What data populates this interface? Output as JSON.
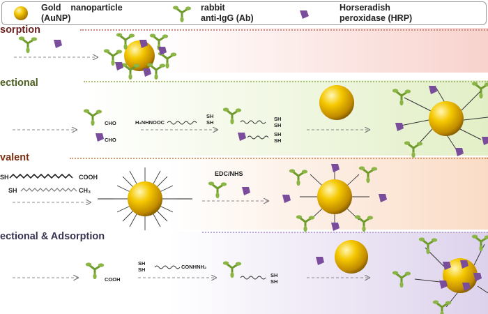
{
  "legend": {
    "gold": [
      "Gold    nanoparticle",
      "(AuNP)"
    ],
    "antibody": [
      "rabbit",
      "anti-IgG (Ab)"
    ],
    "hrp": [
      "Horseradish",
      "peroxidase (HRP)"
    ]
  },
  "sections": [
    {
      "title": "sorption"
    },
    {
      "title": "ectional"
    },
    {
      "title": "valent"
    },
    {
      "title": "ectional & Adsorption"
    }
  ],
  "labels": {
    "cho1": "CHO",
    "cho2": "CHO",
    "hydrazide": "H₂NHNOOC",
    "sh_a1": "SH",
    "sh_a2": "SH",
    "sh_b1": "SH",
    "sh_b2": "SH",
    "sh_c1": "SH",
    "sh_c2": "SH",
    "sh_cooh": "SH",
    "cooh": "COOH",
    "sh_ch3": "SH",
    "ch3": "CH₃",
    "edc": "EDC/NHS",
    "cooh2": "COOH",
    "sh_d1": "SH",
    "sh_d2": "SH",
    "conhnh": "CONHNH₂",
    "sh_e1": "SH",
    "sh_e2": "SH"
  },
  "colors": {
    "gold": "#e8b400",
    "antibody": "#7fa53a",
    "hrp": "#7a4c9c",
    "band1": "#f6c9c2",
    "band2": "#dfeec2",
    "band3": "#f9d9c0",
    "band4": "#dcd0ea"
  }
}
